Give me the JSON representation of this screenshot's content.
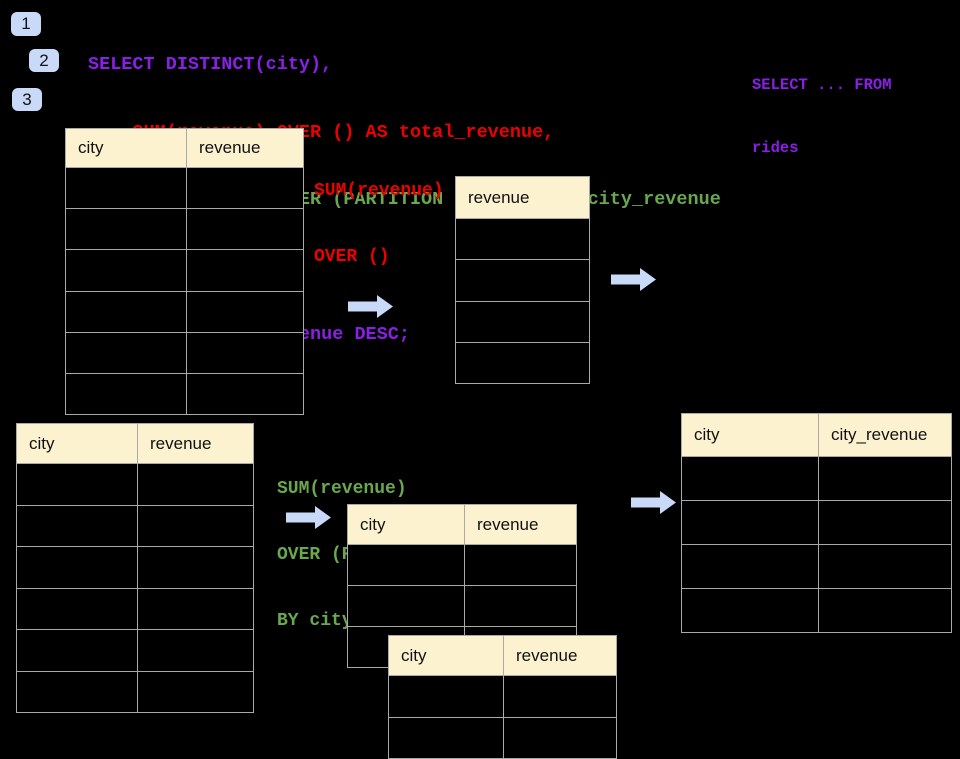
{
  "colors": {
    "background": "#000000",
    "purple": "#8a1fe6",
    "red": "#ee0000",
    "green": "#6aa84f",
    "accent_blue": "#c9daf8",
    "table_header": "#fdf2cf",
    "table_border": "#a9a9a9",
    "text_dark": "#111111"
  },
  "badges": [
    {
      "label": "1"
    },
    {
      "label": "2"
    },
    {
      "label": "3"
    }
  ],
  "sql": {
    "lines": [
      {
        "text": "SELECT DISTINCT(city),",
        "color": "purple"
      },
      {
        "text": "    SUM(revenue) OVER () AS total_revenue,",
        "color": "red"
      },
      {
        "text": "    SUM(revenue) OVER (PARTITION BY city) as city_revenue",
        "color": "green"
      },
      {
        "text": "  FROM rides",
        "color": "purple"
      },
      {
        "text": "  ORDER by city_revenue DESC;",
        "color": "purple"
      }
    ]
  },
  "side_note": {
    "lines": [
      "SELECT ... FROM",
      "rides"
    ]
  },
  "labels": {
    "total": {
      "lines": [
        "SUM(revenue)",
        "OVER ()"
      ]
    },
    "partition": {
      "lines": [
        "SUM(revenue)",
        "OVER (PARTITION",
        "BY city)"
      ]
    }
  },
  "tables": {
    "source_top": {
      "headers": [
        "city",
        "revenue"
      ],
      "empty_rows": 6
    },
    "total_result": {
      "headers": [
        "revenue"
      ],
      "empty_rows": 4
    },
    "source_bottom": {
      "headers": [
        "city",
        "revenue"
      ],
      "empty_rows": 6
    },
    "partition_group_a": {
      "headers": [
        "city",
        "revenue"
      ],
      "empty_rows": 3
    },
    "partition_group_b": {
      "headers": [
        "city",
        "revenue"
      ],
      "empty_rows": 2
    },
    "final_result": {
      "headers": [
        "city",
        "city_revenue"
      ],
      "empty_rows": 4
    }
  },
  "icons": {
    "arrow_right": "right-arrow"
  }
}
